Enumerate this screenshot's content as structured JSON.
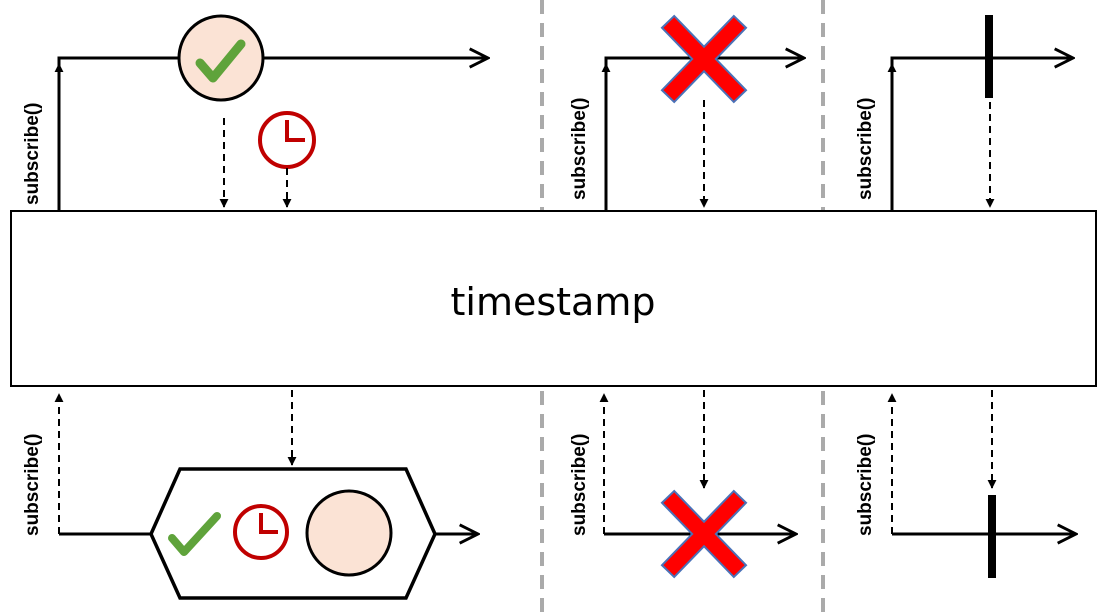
{
  "operator": {
    "label": "timestamp"
  },
  "subscribe_label": "subscribe()",
  "colors": {
    "item_fill": "#fbe3d5",
    "check": "#5fa33b",
    "clock": "#c00000",
    "error_x": "#ff0000",
    "error_x_outline": "#4a72b8",
    "separator": "#aaaaaa",
    "timestamp_arrow": "#c00000"
  },
  "sections": [
    {
      "name": "item-emission",
      "upstream_event": "check-item",
      "downstream_event": "timestamped-item"
    },
    {
      "name": "error",
      "upstream_event": "error",
      "downstream_event": "error"
    },
    {
      "name": "completion",
      "upstream_event": "completion",
      "downstream_event": "completion"
    }
  ]
}
